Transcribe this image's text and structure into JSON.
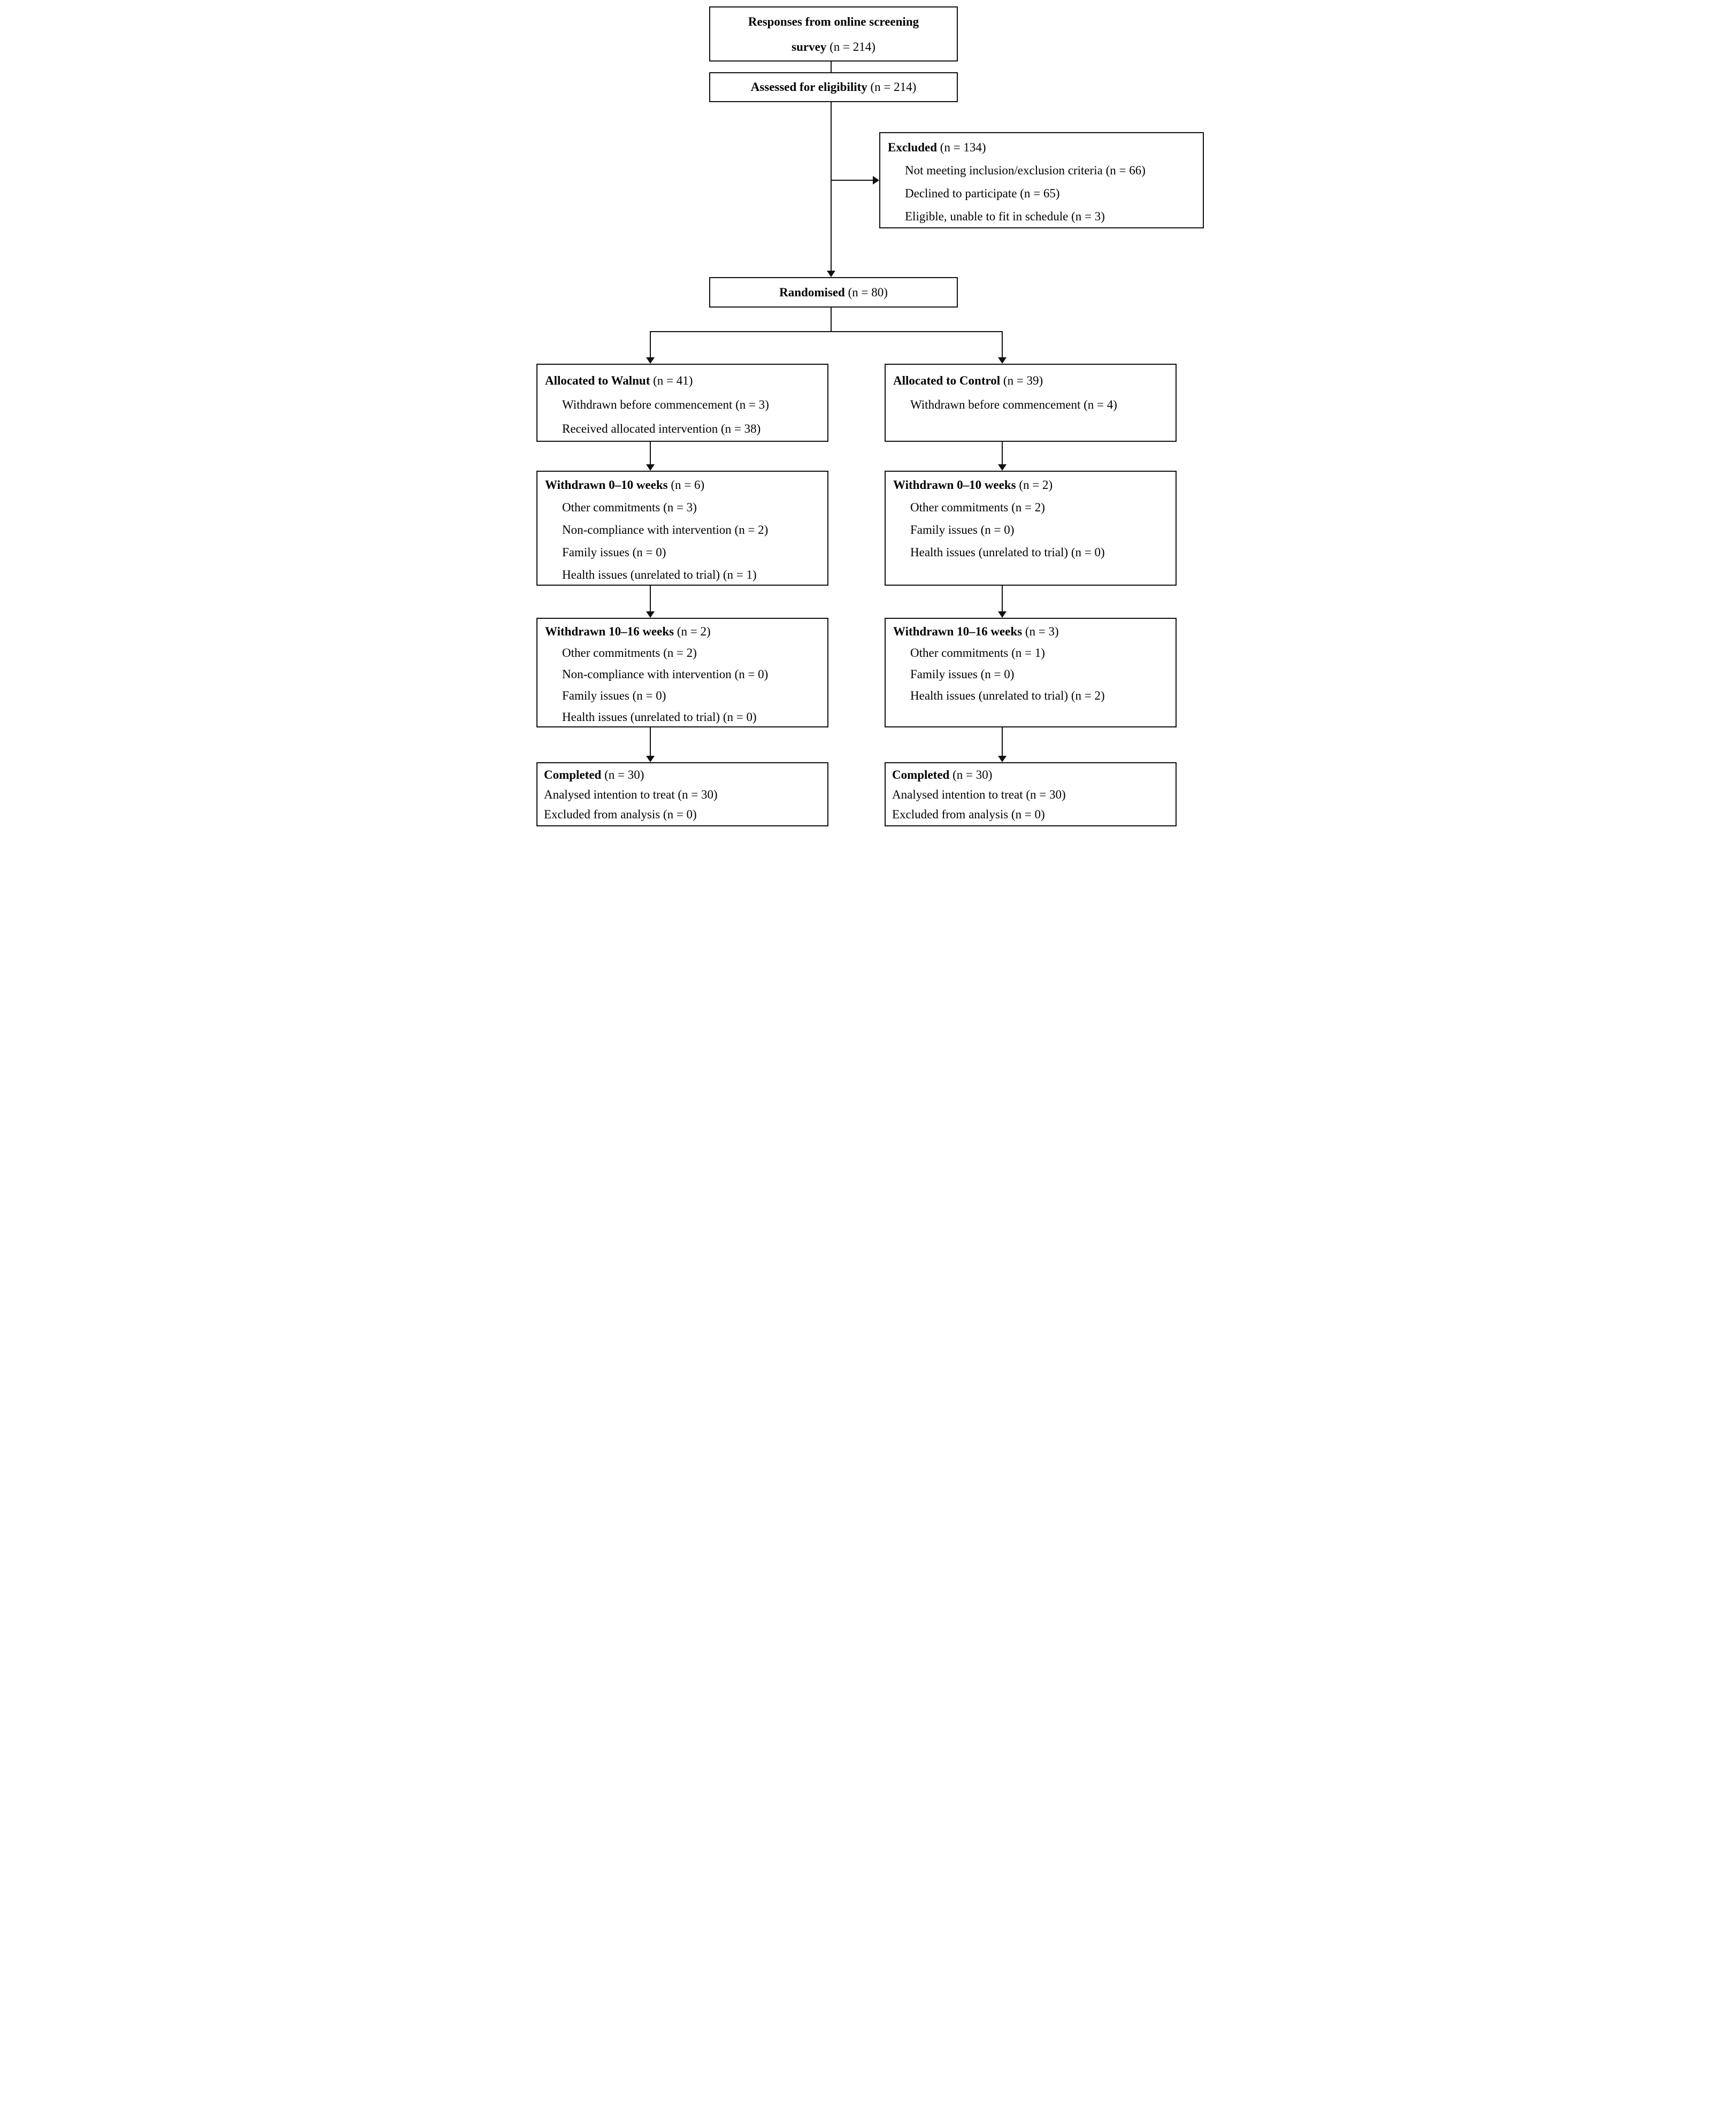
{
  "figure": {
    "background": "#ffffff",
    "line_color": "#111111",
    "boxes": {
      "responses": {
        "title_line1": "Responses from online screening",
        "title_line2": "survey",
        "count": "(n = 214)"
      },
      "assessed": {
        "title": "Assessed for eligibility",
        "count": "(n = 214)"
      },
      "excluded": {
        "title": "Excluded",
        "count": "(n = 134)",
        "details": [
          "Not meeting inclusion/exclusion criteria (n = 66)",
          "Declined to participate (n = 65)",
          "Eligible, unable to fit in schedule (n = 3)"
        ]
      },
      "randomised": {
        "title": "Randomised",
        "count": "(n = 80)"
      },
      "allocated_walnut": {
        "title": "Allocated to Walnut",
        "count": "(n = 41)",
        "details": [
          "Withdrawn before commencement (n = 3)",
          "Received allocated intervention (n = 38)"
        ]
      },
      "allocated_control": {
        "title": "Allocated to Control",
        "count": "(n = 39)",
        "details": [
          "Withdrawn before commencement (n = 4)"
        ]
      },
      "withdrawn_0_10_walnut": {
        "title": "Withdrawn 0–10 weeks",
        "count": "(n = 6)",
        "details": [
          "Other commitments (n = 3)",
          "Non-compliance with intervention (n = 2)",
          "Family issues (n = 0)",
          "Health issues (unrelated to trial) (n = 1)"
        ]
      },
      "withdrawn_0_10_control": {
        "title": "Withdrawn 0–10 weeks",
        "count": "(n = 2)",
        "details": [
          "Other commitments (n = 2)",
          "Family issues (n = 0)",
          "Health issues (unrelated to trial) (n = 0)"
        ]
      },
      "withdrawn_10_16_walnut": {
        "title": "Withdrawn 10–16 weeks",
        "count": "(n = 2)",
        "details": [
          "Other commitments (n = 2)",
          "Non-compliance with intervention (n = 0)",
          "Family issues (n = 0)",
          "Health issues (unrelated to trial) (n = 0)"
        ]
      },
      "withdrawn_10_16_control": {
        "title": "Withdrawn 10–16 weeks",
        "count": "(n = 3)",
        "details": [
          "Other commitments (n = 1)",
          "Family issues (n = 0)",
          "Health issues (unrelated to trial) (n = 2)"
        ]
      },
      "completed_walnut": {
        "title": "Completed",
        "count": "(n = 30)",
        "details": [
          "Analysed intention to treat (n = 30)",
          "Excluded from analysis (n = 0)"
        ]
      },
      "completed_control": {
        "title": "Completed",
        "count": "(n = 30)",
        "details": [
          "Analysed intention to treat (n = 30)",
          "Excluded from analysis (n = 0)"
        ]
      }
    }
  }
}
